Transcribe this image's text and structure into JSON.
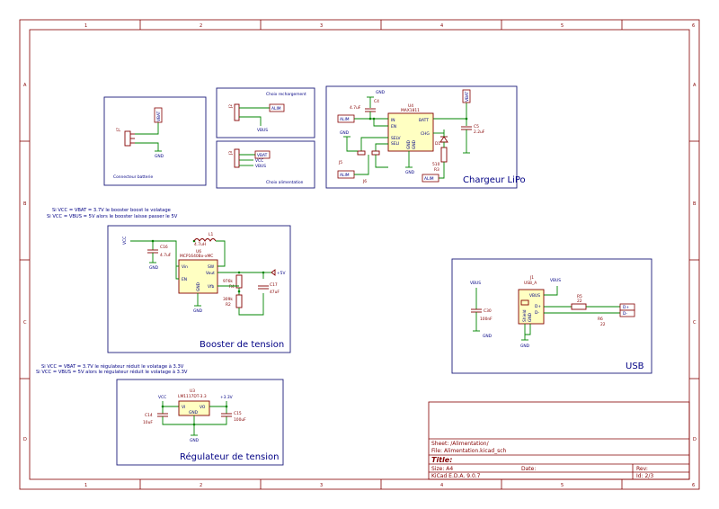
{
  "grid": {
    "columns": [
      "1",
      "2",
      "3",
      "4",
      "5",
      "6"
    ],
    "rows": [
      "A",
      "B",
      "C",
      "D"
    ]
  },
  "blocks": {
    "connecteur": {
      "title": "Connecteur batterie",
      "ref": "J7",
      "net_vbat": "VBAT",
      "gnd": "GND"
    },
    "choix_recharge": {
      "title": "Choix rechargement",
      "ref": "J2",
      "net_alim": "ALIM",
      "net_vbus": "VBUS"
    },
    "choix_alim": {
      "title": "Choix alimentation",
      "ref": "J3",
      "net_vbat": "VBAT",
      "net_vcc": "VCC",
      "net_vbus": "VBUS"
    },
    "chargeur": {
      "title": "Chargeur LiPo",
      "ic_ref": "U4",
      "ic_value": "MAX1811",
      "pins": {
        "in": "IN",
        "en": "EN",
        "selv": "SELV",
        "seli": "SELI",
        "batt": "BATT",
        "chg": "CHG",
        "gnd1": "GND",
        "gnd2": "GND"
      },
      "gnd": "GND",
      "c_in_ref": "C4",
      "c_in_value": "4.7uF",
      "c_out_ref": "C5",
      "c_out_value": "2.2uF",
      "net_alim1": "ALIM",
      "net_alim2": "ALIM",
      "net_alim3": "ALIM",
      "net_vbat": "VBAT",
      "j5_ref": "J5",
      "j6_ref": "J6",
      "led_ref": "D1",
      "r_ref": "R3",
      "r_value": "510"
    },
    "booster": {
      "title": "Booster de tension",
      "note1": "Si VCC = VBAT = 3.7V le booster boost le volatage",
      "note2": "Si VCC = VBUS = 5V alors le booster laisse passer le 5V",
      "ic_ref": "U6",
      "ic_value": "MCP1640Bx-xMC",
      "pins": {
        "vin": "Vin",
        "en": "EN",
        "sw": "SW",
        "vout": "Vout",
        "vfb": "Vfb",
        "gnd": "GND"
      },
      "l_ref": "L1",
      "l_value": "4.7uH",
      "c_in_ref": "C16",
      "c_in_value": "4.7uF",
      "c_out_ref": "C17",
      "c_out_value": "47uF",
      "r1_ref": "R4",
      "r1_value": "976k",
      "r2_ref": "R2",
      "r2_value": "309k",
      "net_vcc": "VCC",
      "net_out": "+5V",
      "gnd": "GND"
    },
    "regulateur": {
      "title": "Régulateur de tension",
      "note1": "Si VCC = VBAT = 3.7V le régulateur réduit le volatage à 3.3V",
      "note2": "Si VCC = VBUS = 5V alors le régulateur réduit le volatage à 3.3V",
      "ic_ref": "U3",
      "ic_value": "LM1117DT-3.3",
      "pins": {
        "vi": "VI",
        "vo": "VO",
        "gnd": "GND"
      },
      "c_in_ref": "C14",
      "c_in_value": "10uF",
      "c_out_ref": "C15",
      "c_out_value": "100uF",
      "net_vcc": "VCC",
      "net_out": "+3.3V",
      "gnd": "GND"
    },
    "usb": {
      "title": "USB",
      "conn_ref": "J1",
      "conn_value": "USB_A",
      "pins": {
        "vbus": "VBUS",
        "dp": "D+",
        "dm": "D-",
        "shield": "Shield",
        "gnd": "GND"
      },
      "net_vbus1": "VBUS",
      "net_vbus2": "VBUS",
      "c_ref": "C30",
      "c_value": "100nF",
      "r5_ref": "R5",
      "r5_value": "22",
      "r6_ref": "R6",
      "r6_value": "22",
      "out_dp": "D+",
      "out_dm": "D-",
      "gnd1": "GND",
      "gnd2": "GND"
    }
  },
  "title_block": {
    "sheet": "Sheet: /Alimentation/",
    "file": "File: Alimentation.kicad_sch",
    "title_label": "Title:",
    "size": "Size: A4",
    "date": "Date:",
    "rev": "Rev:",
    "tool": "KiCad E.D.A. 9.0.7",
    "id": "Id: 2/3"
  },
  "colors": {
    "frame": "#840000",
    "wire": "#008400",
    "text": "#000084",
    "component_fill": "#ffffc2"
  }
}
